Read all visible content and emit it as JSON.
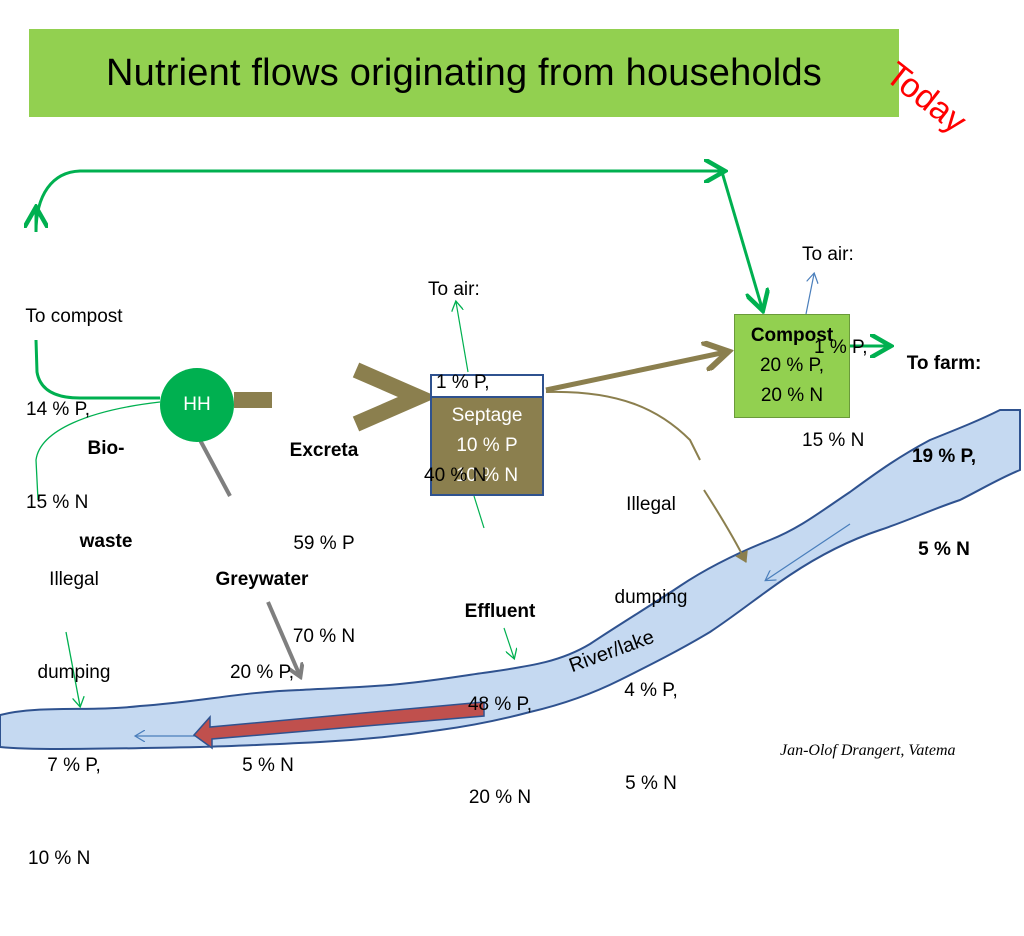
{
  "title": "Nutrient flows originating from households",
  "stamp": "Today",
  "nodes": {
    "household": "HH",
    "septage": {
      "name": "Septage",
      "p": "10 % P",
      "n": "10 % N"
    },
    "compost": {
      "name": "Compost",
      "p": "20 % P,",
      "n": "20 % N"
    },
    "river": "River/lake"
  },
  "labels": {
    "to_compost": [
      "To compost",
      "14 % P,",
      "15 % N"
    ],
    "biowaste": [
      "Bio-",
      "waste"
    ],
    "excreta": [
      "Excreta",
      "59 % P",
      "70 % N"
    ],
    "greywater": [
      "Greywater",
      "20 % P,",
      "5 % N"
    ],
    "illegal_dumping_left": [
      "Illegal",
      "dumping",
      "7 % P,",
      "10 % N"
    ],
    "to_air_septage": [
      "To air:",
      "1 % P,",
      "40 % N"
    ],
    "effluent": [
      "Effluent",
      "48 % P,",
      "20 % N"
    ],
    "illegal_dumping_right": [
      "Illegal",
      "dumping",
      "4 % P,",
      "5 % N"
    ],
    "to_air_compost": [
      "To air:",
      "1 % P,",
      "15 % N"
    ],
    "to_farm": [
      "To farm:",
      "19 % P,",
      "5 % N"
    ]
  },
  "credit": "Jan-Olof Drangert, Vatema",
  "colors": {
    "title_bg": "#92d050",
    "stamp": "#ff0000",
    "hh": "#00b050",
    "flow_green": "#00b050",
    "flow_olive": "#8b7f4e",
    "flow_grey": "#7f7f7f",
    "river_fill": "#c5d9f1",
    "river_edge": "#2f528f",
    "big_arrow": "#c0504d"
  }
}
